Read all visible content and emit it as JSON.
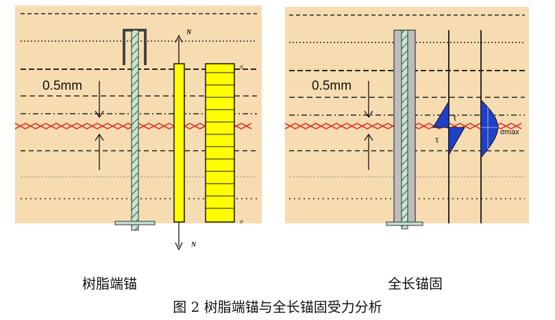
{
  "left_panel": {
    "gap_label": "0.5mm",
    "force_top": "N",
    "force_bottom": "N",
    "stress_top": "σ",
    "stress_bottom": "σ",
    "caption": "树脂端锚"
  },
  "right_panel": {
    "gap_label": "0.5mm",
    "tau_upper": "τ",
    "tau_lower": "τ",
    "sigma_max": "σmax",
    "caption": "全长锚固"
  },
  "figure_caption": "图 2  树脂端锚与全长锚固受力分析",
  "colors": {
    "ground": "#f6dcb0",
    "bolt_fill": "#b8d8c8",
    "axial_yellow": "#ffff00",
    "shear_blue": "#2040c8",
    "crack_red": "#e03020"
  }
}
